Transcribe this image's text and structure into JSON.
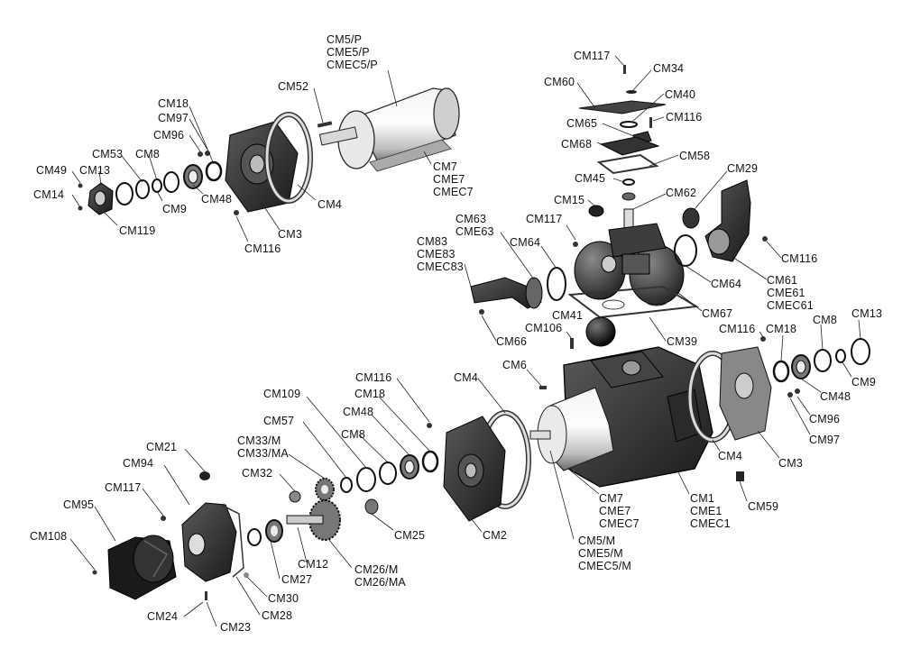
{
  "diagram": {
    "labels": {
      "cm5p": "CM5/P\nCME5/P\nCMEC5/P",
      "cm52": "CM52",
      "cm7_top": "CM7\nCME7\nCMEC7",
      "cm18_a": "CM18",
      "cm97_a": "CM97",
      "cm96_a": "CM96",
      "cm53": "CM53",
      "cm8_a": "CM8",
      "cm49": "CM49",
      "cm13_a": "CM13",
      "cm14": "CM14",
      "cm9_a": "CM9",
      "cm48_a": "CM48",
      "cm119": "CM119",
      "cm4_a": "CM4",
      "cm3_a": "CM3",
      "cm116_a": "CM116",
      "cm117_a": "CM117",
      "cm34": "CM34",
      "cm60": "CM60",
      "cm40": "CM40",
      "cm65": "CM65",
      "cm116_b": "CM116",
      "cm68": "CM68",
      "cm58": "CM58",
      "cm45": "CM45",
      "cm29": "CM29",
      "cm15": "CM15",
      "cm62": "CM62",
      "cm63": "CM63\nCME63",
      "cm117_b": "CM117",
      "cm83": "CM83\nCME83\nCMEC83",
      "cm64_a": "CM64",
      "cm116_c": "CM116",
      "cm64_b": "CM64",
      "cm61": "CM61\nCME61\nCMEC61",
      "cm67": "CM67",
      "cm66": "CM66",
      "cm41": "CM41",
      "cm106": "CM106",
      "cm39": "CM39",
      "cm116_d": "CM116",
      "cm18_b": "CM18",
      "cm8_b": "CM8",
      "cm13_b": "CM13",
      "cm9_b": "CM9",
      "cm48_b": "CM48",
      "cm96_b": "CM96",
      "cm97_b": "CM97",
      "cm3_b": "CM3",
      "cm4_b": "CM4",
      "cm6": "CM6",
      "cm4_c": "CM4",
      "cm116_e": "CM116",
      "cm18_c": "CM18",
      "cm48_c": "CM48",
      "cm8_c": "CM8",
      "cm109": "CM109",
      "cm57": "CM57",
      "cm33": "CM33/M\nCM33/MA",
      "cm32": "CM32",
      "cm21": "CM21",
      "cm94": "CM94",
      "cm117_c": "CM117",
      "cm95": "CM95",
      "cm108": "CM108",
      "cm25": "CM25",
      "cm2": "CM2",
      "cm7_bot": "CM7\nCME7\nCMEC7",
      "cm1": "CM1\nCME1\nCMEC1",
      "cm59": "CM59",
      "cm5m": "CM5/M\nCME5/M\nCMEC5/M",
      "cm12": "CM12",
      "cm26": "CM26/M\nCM26/MA",
      "cm27": "CM27",
      "cm30": "CM30",
      "cm28": "CM28",
      "cm24": "CM24",
      "cm23": "CM23"
    }
  }
}
